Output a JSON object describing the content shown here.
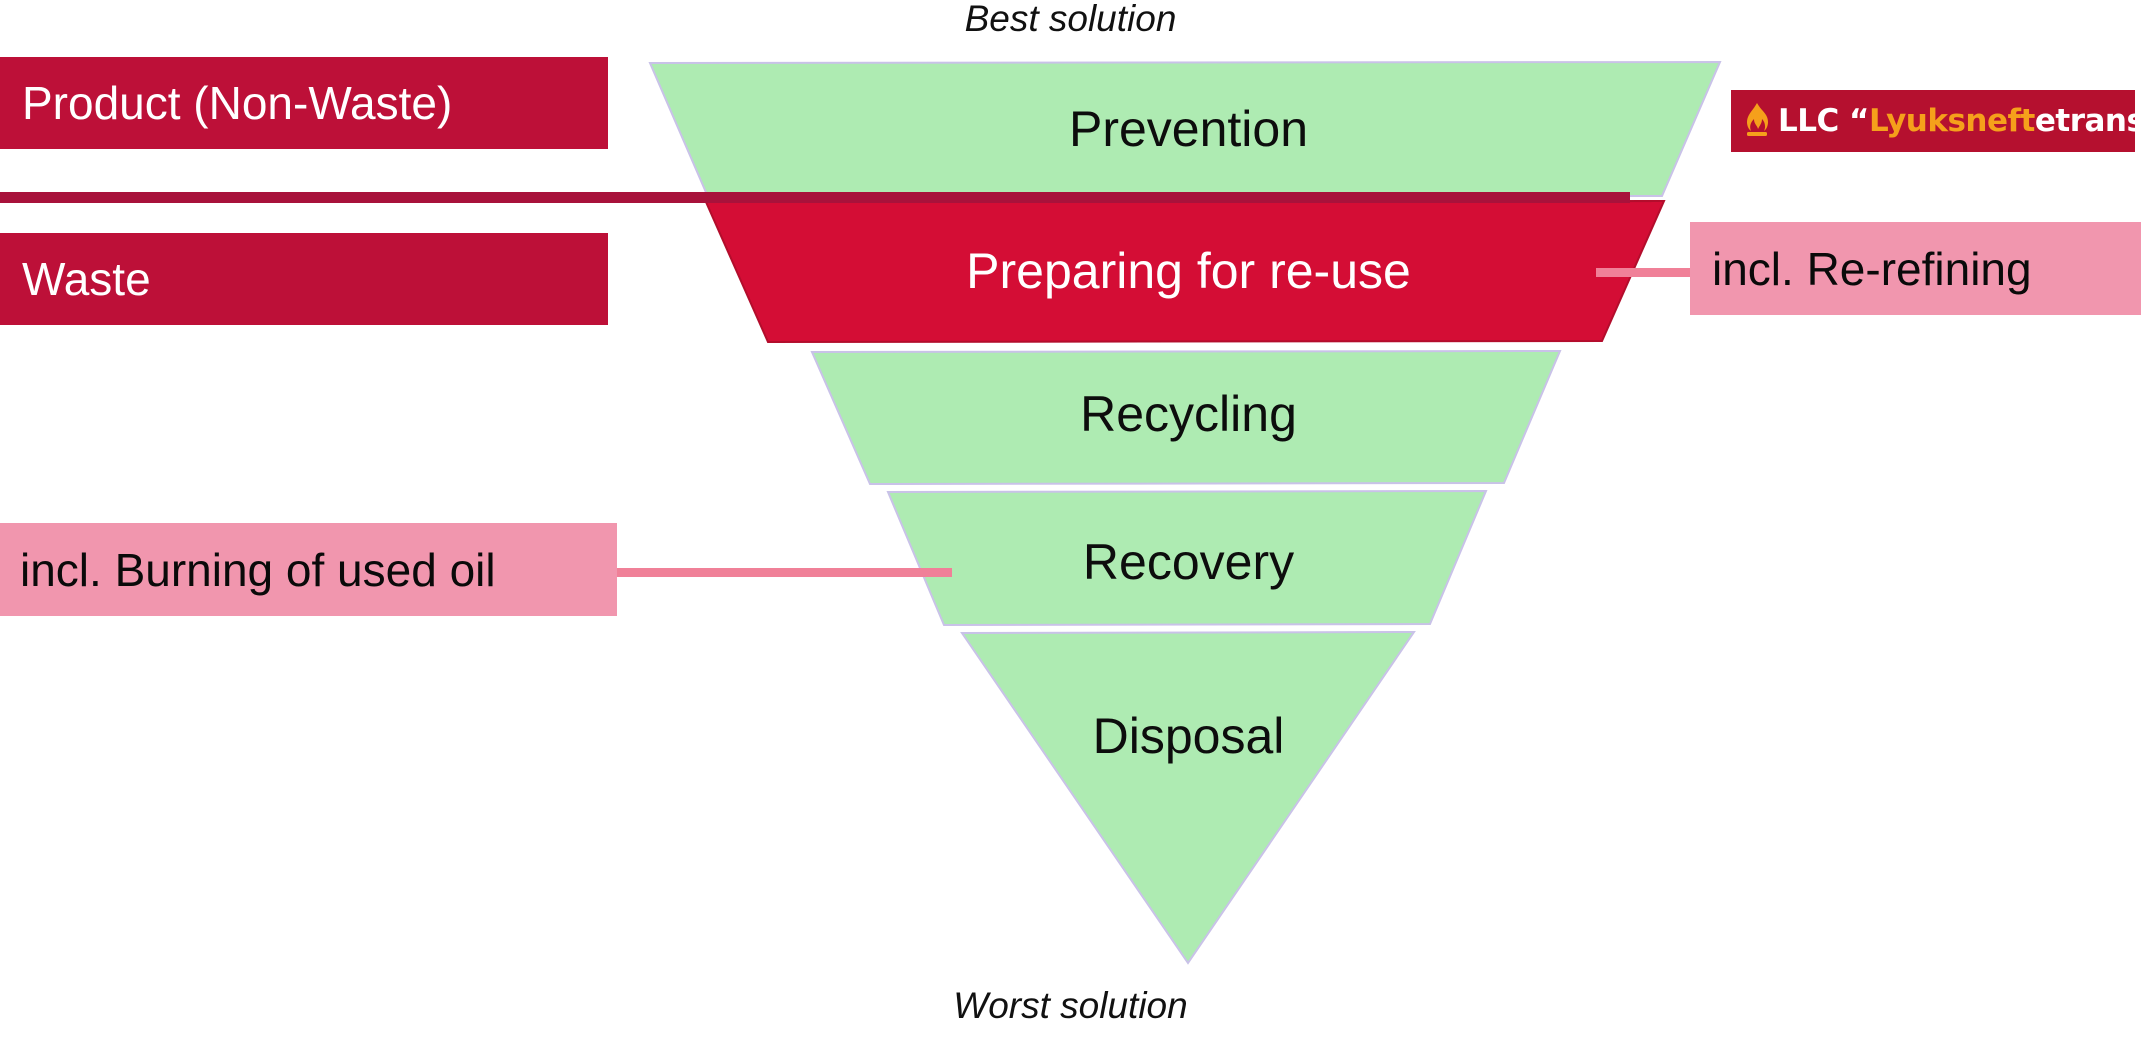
{
  "diagram": {
    "title_top": "Best solution",
    "title_bottom": "Worst solution",
    "type": "inverted-funnel-hierarchy",
    "steps": [
      {
        "label": "Prevention",
        "fill": "#aeebb2",
        "text_color": "#0d0d0d",
        "rank": 1
      },
      {
        "label": "Preparing for re-use",
        "fill": "#d40d35",
        "text_color": "#ffffff",
        "rank": 2
      },
      {
        "label": "Recycling",
        "fill": "#aeebb2",
        "text_color": "#0d0d0d",
        "rank": 3
      },
      {
        "label": "Recovery",
        "fill": "#aeebb2",
        "text_color": "#0d0d0d",
        "rank": 4
      },
      {
        "label": "Disposal",
        "fill": "#aeebb2",
        "text_color": "#0d0d0d",
        "rank": 5
      }
    ]
  },
  "categories": [
    {
      "label": "Product (Non-Waste)",
      "color": "#bd1038"
    },
    {
      "label": "Waste",
      "color": "#bd1038"
    }
  ],
  "callouts": [
    {
      "label": "incl. Re-refining",
      "color": "#f196ae",
      "target_step": "Preparing for re-use"
    },
    {
      "label": "incl. Burning of used oil",
      "color": "#f196ae",
      "target_step": "Recovery"
    }
  ],
  "logo": {
    "icon": "flame-icon",
    "prefix": "LLC “",
    "highlight": "Lyuksneft",
    "suffix": "etransdobycha”",
    "background": "#b5102f",
    "highlight_color": "#f5a01b",
    "text_color": "#ffffff"
  },
  "colors": {
    "crimson": "#bd1038",
    "red_step": "#d40d35",
    "green_step": "#aeebb2",
    "pink_callout": "#f196ae",
    "pink_leader": "#f08098",
    "divider": "#a8123b"
  }
}
